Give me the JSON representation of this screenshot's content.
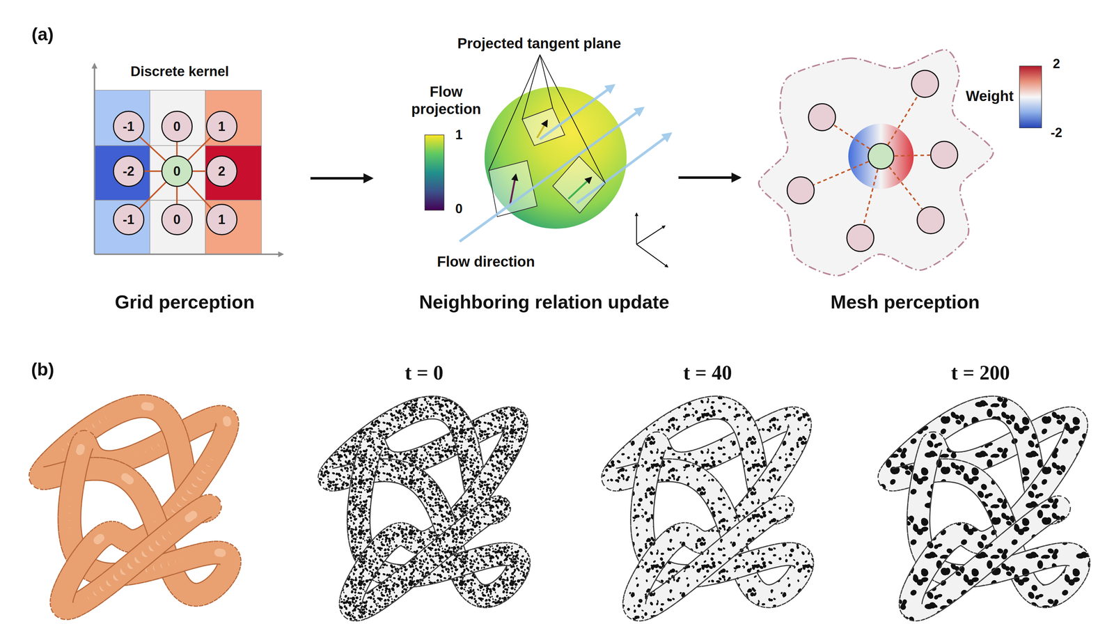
{
  "diagram": {
    "nodes": [
      {
        "text": [
          "-1"
        ]
      },
      {
        "text": [
          "0"
        ]
      },
      {
        "text": [
          "1"
        ]
      },
      {
        "text": [
          "-2"
        ]
      },
      {
        "text": [
          "0"
        ]
      },
      {
        "text": [
          "2"
        ]
      },
      {
        "text": [
          "-1"
        ]
      },
      {
        "text": [
          "0"
        ]
      },
      {
        "text": [
          "1"
        ]
      }
    ],
    "edges": [
      {
        "from": 4,
        "to": 0,
        "arrow": "none"
      },
      {
        "from": 4,
        "to": 1,
        "arrow": "none"
      },
      {
        "from": 4,
        "to": 2,
        "arrow": "none"
      },
      {
        "from": 4,
        "to": 3,
        "arrow": "none"
      },
      {
        "from": 4,
        "to": 5,
        "arrow": "none"
      },
      {
        "from": 4,
        "to": 6,
        "arrow": "none"
      },
      {
        "from": 4,
        "to": 7,
        "arrow": "none"
      },
      {
        "from": 4,
        "to": 8,
        "arrow": "none"
      }
    ],
    "labels": [
      "(a)",
      "Discrete kernel",
      "Projected tangent plane",
      "Flow projection",
      "1",
      "0",
      "Flow direction",
      "Weight",
      "2",
      "-2",
      "Grid perception",
      "Neighboring relation update",
      "Mesh perception",
      "(b)",
      "t = 0",
      "t = 40",
      "t = 200"
    ]
  }
}
